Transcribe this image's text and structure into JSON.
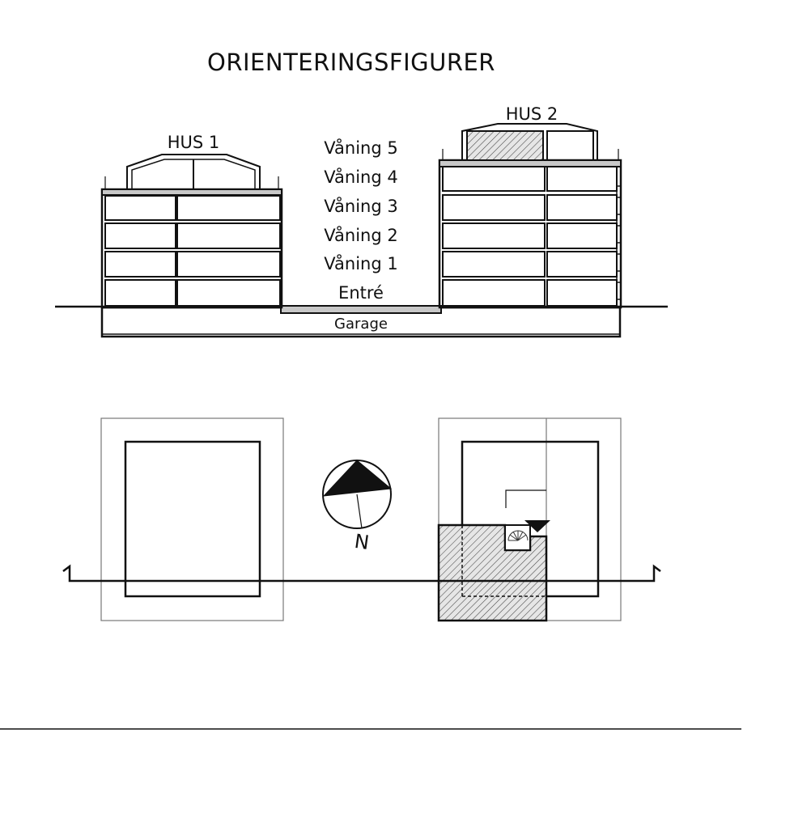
{
  "title": "ORIENTERINGSFIGURER",
  "section": {
    "house1_label": "HUS 1",
    "house2_label": "HUS 2",
    "floors": [
      "Våning 5",
      "Våning 4",
      "Våning 3",
      "Våning 2",
      "Våning 1",
      "Entré"
    ],
    "garage_label": "Garage",
    "highlighted_floor": "Våning 5",
    "highlighted_building": "HUS 2"
  },
  "plan": {
    "compass_label": "N"
  },
  "colors": {
    "line": "#111111",
    "ground_fill": "#c8c8c8",
    "hatch": "#555555",
    "thin_line": "#777777"
  }
}
